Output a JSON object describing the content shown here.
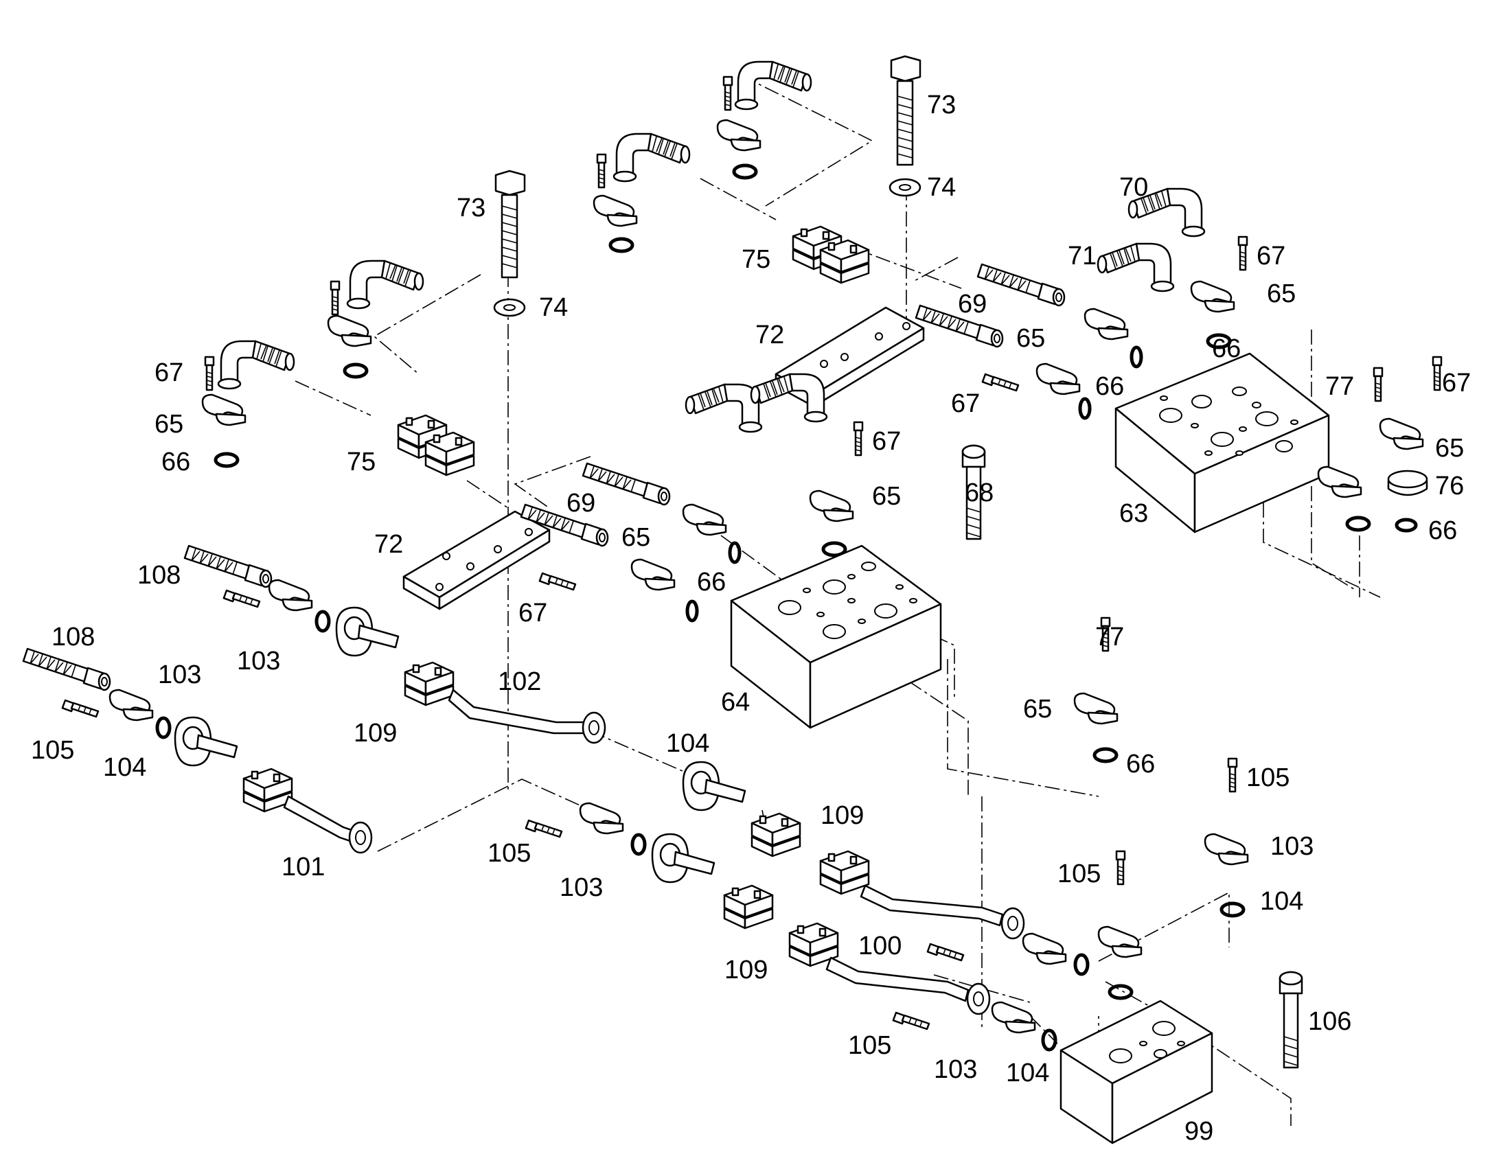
{
  "callouts": [
    {
      "id": "c73a",
      "text": "73"
    },
    {
      "id": "c74a",
      "text": "74"
    },
    {
      "id": "c73b",
      "text": "73"
    },
    {
      "id": "c74b",
      "text": "74"
    },
    {
      "id": "c70",
      "text": "70"
    },
    {
      "id": "c71",
      "text": "71"
    },
    {
      "id": "c67a",
      "text": "67"
    },
    {
      "id": "c65a",
      "text": "65"
    },
    {
      "id": "c75a",
      "text": "75"
    },
    {
      "id": "c69a",
      "text": "69"
    },
    {
      "id": "c65b",
      "text": "65"
    },
    {
      "id": "c66a",
      "text": "66"
    },
    {
      "id": "c72a",
      "text": "72"
    },
    {
      "id": "c66b",
      "text": "66"
    },
    {
      "id": "c67b",
      "text": "67"
    },
    {
      "id": "c77a",
      "text": "77"
    },
    {
      "id": "c67c",
      "text": "67"
    },
    {
      "id": "c65c",
      "text": "65"
    },
    {
      "id": "c76",
      "text": "76"
    },
    {
      "id": "c66c",
      "text": "66"
    },
    {
      "id": "c63",
      "text": "63"
    },
    {
      "id": "c67d",
      "text": "67"
    },
    {
      "id": "c65d",
      "text": "65"
    },
    {
      "id": "c68",
      "text": "68"
    },
    {
      "id": "c67e",
      "text": "67"
    },
    {
      "id": "c65e",
      "text": "65"
    },
    {
      "id": "c66d",
      "text": "66"
    },
    {
      "id": "c75b",
      "text": "75"
    },
    {
      "id": "c69b",
      "text": "69"
    },
    {
      "id": "c65f",
      "text": "65"
    },
    {
      "id": "c72b",
      "text": "72"
    },
    {
      "id": "c66e",
      "text": "66"
    },
    {
      "id": "c67f",
      "text": "67"
    },
    {
      "id": "c64",
      "text": "64"
    },
    {
      "id": "c108a",
      "text": "108"
    },
    {
      "id": "c103a",
      "text": "103"
    },
    {
      "id": "c108b",
      "text": "108"
    },
    {
      "id": "c103b",
      "text": "103"
    },
    {
      "id": "c102",
      "text": "102"
    },
    {
      "id": "c109a",
      "text": "109"
    },
    {
      "id": "c105a",
      "text": "105"
    },
    {
      "id": "c104a",
      "text": "104"
    },
    {
      "id": "c104b",
      "text": "104"
    },
    {
      "id": "c77b",
      "text": "77"
    },
    {
      "id": "c65g",
      "text": "65"
    },
    {
      "id": "c66f",
      "text": "66"
    },
    {
      "id": "c109b",
      "text": "109"
    },
    {
      "id": "c101",
      "text": "101"
    },
    {
      "id": "c105b",
      "text": "105"
    },
    {
      "id": "c103c",
      "text": "103"
    },
    {
      "id": "c105c",
      "text": "105"
    },
    {
      "id": "c103d",
      "text": "103"
    },
    {
      "id": "c105d",
      "text": "105"
    },
    {
      "id": "c104c",
      "text": "104"
    },
    {
      "id": "c100",
      "text": "100"
    },
    {
      "id": "c109c",
      "text": "109"
    },
    {
      "id": "c105e",
      "text": "105"
    },
    {
      "id": "c103e",
      "text": "103"
    },
    {
      "id": "c104d",
      "text": "104"
    },
    {
      "id": "c106",
      "text": "106"
    },
    {
      "id": "c99",
      "text": "99"
    }
  ]
}
